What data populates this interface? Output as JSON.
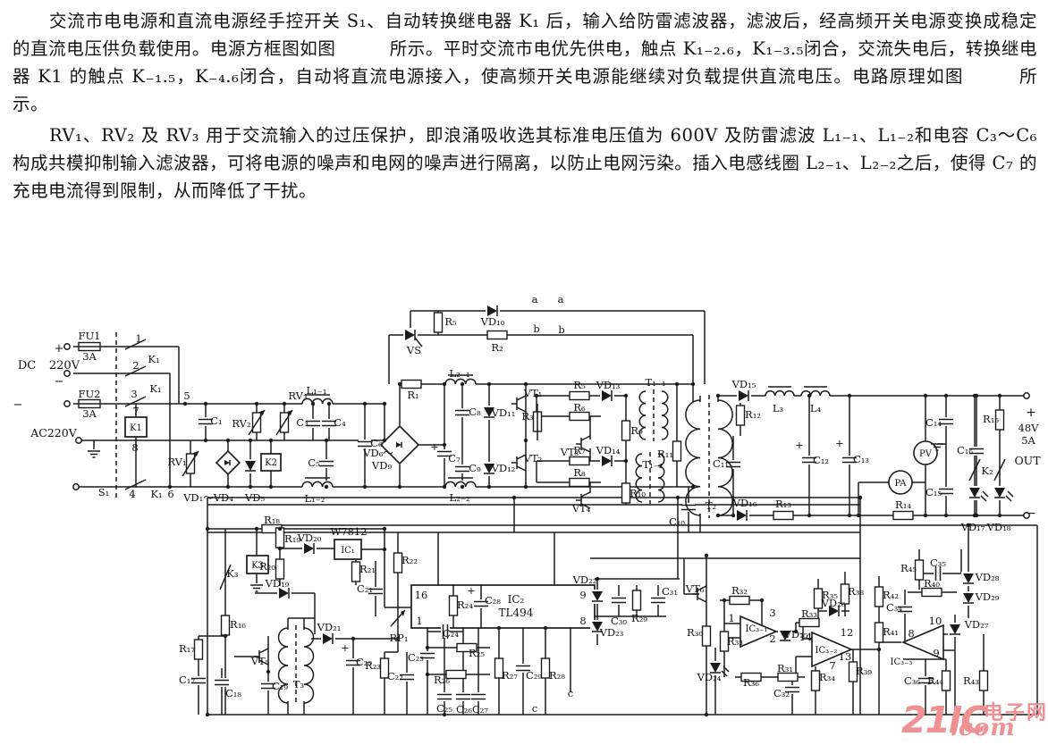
{
  "article": {
    "p1": "交流市电电源和直流电源经手控开关 S₁、自动转换继电器 K₁ 后，输入给防雷滤波器，滤波后，经高频开关电源变换成稳定的直流电压供负载使用。电源方框图如图　　　所示。平时交流市电优先供电，触点 K₁₋₂.₆，K₁₋₃.₅闭合，交流失电后，转换继电器 K1 的触点 K₋₁.₅，K₋₄.₆闭合，自动将直流电源接入，使高频开关电源能继续对负载提供直流电压。电路原理如图　　　所示。",
    "p2": "RV₁、RV₂ 及 RV₃ 用于交流输入的过压保护，即浪涌吸收选其标准电压值为 600V 及防雷滤波 L₁₋₁、L₁₋₂和电容 C₃～C₆ 构成共模抑制输入滤波器，可将电源的噪声和电网的噪声进行隔离，以防止电网污染。插入电感线圈 L₂₋₁、L₂₋₂之后，使得 C₇ 的充电电流得到限制，从而降低了干扰。"
  },
  "schematic": {
    "stroke": "#1b1b1b",
    "labels": [
      [
        "DC",
        30,
        413,
        13
      ],
      [
        "220V",
        72,
        413,
        13
      ],
      [
        "+",
        66,
        394,
        13
      ],
      [
        "−",
        66,
        431,
        13
      ],
      [
        "−",
        20,
        457,
        13
      ],
      [
        "FU1",
        100,
        380
      ],
      [
        "3A",
        100,
        403
      ],
      [
        "FU2",
        100,
        445
      ],
      [
        "3A",
        100,
        467
      ],
      [
        "1",
        155,
        383
      ],
      [
        "2",
        152,
        413
      ],
      [
        "K₁",
        172,
        406
      ],
      [
        "3",
        150,
        445
      ],
      [
        "K₁",
        174,
        439
      ],
      [
        "5",
        209,
        447
      ],
      [
        "7",
        152,
        464
      ],
      [
        "8",
        151,
        505
      ],
      [
        "K1",
        152,
        482,
        10
      ],
      [
        "AC220V",
        60,
        489,
        12.5
      ],
      [
        "S₁",
        116,
        555
      ],
      [
        "4",
        148,
        557
      ],
      [
        "K₁",
        175,
        557
      ],
      [
        "6",
        191,
        557
      ],
      [
        "VD₁～VD₄",
        233,
        561
      ],
      [
        "VD₅",
        285,
        561
      ],
      [
        "C₁",
        242,
        475
      ],
      [
        "RV₁",
        198,
        521
      ],
      [
        "K2",
        303,
        521,
        10
      ],
      [
        "RV₂",
        270,
        478
      ],
      [
        "RV₃",
        333,
        447
      ],
      [
        "L₁₋₁",
        354,
        441
      ],
      [
        "C₃",
        338,
        477
      ],
      [
        "C₄",
        380,
        477
      ],
      [
        "C₅",
        351,
        522
      ],
      [
        "C₆",
        421,
        500
      ],
      [
        "L₁₋₂",
        352,
        562
      ],
      [
        "VD₆～",
        423,
        511
      ],
      [
        "VD₉",
        427,
        525
      ],
      [
        "R₁",
        462,
        446
      ],
      [
        "VS",
        463,
        396
      ],
      [
        "R₅",
        504,
        364
      ],
      [
        "VD₁₀",
        551,
        364
      ],
      [
        "R₂",
        556,
        393
      ],
      [
        "a",
        598,
        339
      ],
      [
        "a",
        627,
        339
      ],
      [
        "b",
        600,
        372
      ],
      [
        "b",
        628,
        373
      ],
      [
        "+",
        486,
        504
      ],
      [
        "C₇",
        508,
        517
      ],
      [
        "C₈",
        531,
        465
      ],
      [
        "C₉",
        531,
        528
      ],
      [
        "L₂₋₁",
        514,
        422
      ],
      [
        "L₂₋₂",
        514,
        561
      ],
      [
        "VD₁₁",
        563,
        466
      ],
      [
        "VD₁₂",
        563,
        528
      ],
      [
        "VT₁",
        596,
        444
      ],
      [
        "R₃",
        590,
        470
      ],
      [
        "R₅",
        648,
        435
      ],
      [
        "R₆",
        648,
        460
      ],
      [
        "VD₁₃",
        680,
        435
      ],
      [
        "R₉",
        712,
        486
      ],
      [
        "T₁₋₁",
        733,
        432
      ],
      [
        "VT₃",
        637,
        510
      ],
      [
        "VT₂",
        596,
        517
      ],
      [
        "R₇",
        648,
        508
      ],
      [
        "R₈",
        648,
        533
      ],
      [
        "VD₁₄",
        680,
        508
      ],
      [
        "R₁₀",
        713,
        556
      ],
      [
        "VT₄",
        650,
        573
      ],
      [
        "T₁₋₂",
        730,
        524
      ],
      [
        "R₁₁",
        744,
        512
      ],
      [
        "T₂",
        795,
        570
      ],
      [
        "C₁₀",
        757,
        588
      ],
      [
        "R₁₂",
        842,
        468
      ],
      [
        "C₁₁",
        806,
        523
      ],
      [
        "VD₁₅",
        832,
        434
      ],
      [
        "VD₁₆",
        833,
        567
      ],
      [
        "L₃",
        870,
        461
      ],
      [
        "L₄",
        912,
        461
      ],
      [
        "+",
        894,
        502
      ],
      [
        "C₁₂",
        918,
        519
      ],
      [
        "+",
        939,
        500
      ],
      [
        "C₁₃",
        963,
        518
      ],
      [
        "R₁₃",
        876,
        568
      ],
      [
        "PA",
        1007,
        544,
        10
      ],
      [
        "PV",
        1035,
        511,
        10
      ],
      [
        "R₁₄",
        1010,
        569
      ],
      [
        "C₁₄",
        1044,
        477
      ],
      [
        "C₁₆",
        1079,
        508
      ],
      [
        "C₁₅",
        1044,
        555
      ],
      [
        "R₁₅",
        1108,
        473
      ],
      [
        "K₂",
        1104,
        531
      ],
      [
        "VD₁₇",
        1088,
        594
      ],
      [
        "VD₁₈",
        1117,
        594
      ],
      [
        "+",
        1153,
        466,
        14
      ],
      [
        "48V",
        1150,
        483
      ],
      [
        "5A",
        1150,
        497
      ],
      [
        "OUT",
        1149,
        520,
        12.5
      ],
      [
        "−",
        1153,
        579,
        14
      ],
      [
        "R₁₈",
        304,
        586
      ],
      [
        "R₁₉",
        327,
        607
      ],
      [
        "VD₂₀",
        346,
        606
      ],
      [
        "W7812",
        390,
        599
      ],
      [
        "IC₁",
        389,
        619,
        10
      ],
      [
        "R₂₁",
        411,
        641
      ],
      [
        "K3",
        288,
        636,
        10
      ],
      [
        "K₃",
        260,
        646
      ],
      [
        "R₂₀",
        299,
        638
      ],
      [
        "VD₁₉",
        310,
        657
      ],
      [
        "R₁₆",
        266,
        703
      ],
      [
        "R₁₇",
        209,
        730
      ],
      [
        "C₁₇",
        209,
        765
      ],
      [
        "C₁₈",
        261,
        780
      ],
      [
        "VT₅",
        291,
        744
      ],
      [
        "C₁₉",
        313,
        772
      ],
      [
        "T₃",
        334,
        770
      ],
      [
        "VD₂₁",
        368,
        706
      ],
      [
        "+",
        386,
        729
      ],
      [
        "C₂₀",
        407,
        745
      ],
      [
        "C₂₁",
        408,
        663
      ],
      [
        "R₂₂",
        458,
        631
      ],
      [
        "RP₁",
        446,
        718
      ],
      [
        "R₂₃",
        417,
        749
      ],
      [
        "C₂₂",
        442,
        761
      ],
      [
        "IC₂",
        577,
        675,
        12
      ],
      [
        "TL494",
        577,
        690,
        12
      ],
      [
        "16",
        471,
        670
      ],
      [
        "1",
        469,
        699
      ],
      [
        "9",
        652,
        670
      ],
      [
        "8",
        652,
        699
      ],
      [
        "R₂₄",
        520,
        681
      ],
      [
        "+",
        527,
        665
      ],
      [
        "C₂₈",
        551,
        676
      ],
      [
        "C₂₄",
        504,
        713
      ],
      [
        "C₂₃",
        465,
        740
      ],
      [
        "R₂₅",
        533,
        735
      ],
      [
        "R₂₆",
        494,
        765
      ],
      [
        "C₂₅",
        497,
        797
      ],
      [
        "C₂₆",
        519,
        798
      ],
      [
        "C₂₇",
        537,
        798
      ],
      [
        "R₂₇",
        570,
        760
      ],
      [
        "C₂₉",
        597,
        760
      ],
      [
        "R₂₈",
        623,
        760
      ],
      [
        "c",
        598,
        797
      ],
      [
        "c",
        638,
        780
      ],
      [
        "VD₂₂",
        654,
        653
      ],
      [
        "C₃₀",
        692,
        699
      ],
      [
        "R₂₉",
        715,
        696
      ],
      [
        "C₃₁",
        749,
        666
      ],
      [
        "VD₂₃",
        684,
        712
      ],
      [
        "VT₆",
        777,
        663
      ],
      [
        "R₃₀",
        777,
        712
      ],
      [
        "R₃₂",
        827,
        665
      ],
      [
        "1",
        818,
        696
      ],
      [
        "3",
        864,
        690
      ],
      [
        "2",
        864,
        719
      ],
      [
        "IC₃₋₁",
        846,
        707,
        10
      ],
      [
        "R₃₃",
        822,
        722
      ],
      [
        "VD₂₄",
        793,
        762
      ],
      [
        "R₃₆",
        840,
        768
      ],
      [
        "R₃₁",
        878,
        752
      ],
      [
        "C₃₂",
        874,
        780
      ],
      [
        "VD₂₅",
        890,
        714
      ],
      [
        "R₃₄",
        925,
        762
      ],
      [
        "R₃₅",
        928,
        670
      ],
      [
        "R₃₃",
        905,
        691
      ],
      [
        "14",
        901,
        717
      ],
      [
        "12",
        947,
        712
      ],
      [
        "13",
        945,
        739
      ],
      [
        "7",
        931,
        749
      ],
      [
        "IC₃₋₂",
        924,
        731,
        10
      ],
      [
        "VD₂₆",
        932,
        679
      ],
      [
        "R₃₈",
        957,
        666
      ],
      [
        "R₃₉",
        966,
        755
      ],
      [
        "R₄₂",
        996,
        670
      ],
      [
        "R₄₁",
        996,
        711
      ],
      [
        "R₄₅",
        1016,
        640
      ],
      [
        "C₃₅",
        1049,
        634
      ],
      [
        "R₄₀",
        1042,
        657
      ],
      [
        "C₃₄",
        1000,
        684
      ],
      [
        "VD₂₈",
        1104,
        650
      ],
      [
        "VD₂₉",
        1104,
        672
      ],
      [
        "VD₂₇",
        1092,
        703
      ],
      [
        "8",
        1019,
        713
      ],
      [
        "10",
        1046,
        699
      ],
      [
        "9",
        1047,
        735
      ],
      [
        "IC₃₋₃",
        1008,
        744,
        10
      ],
      [
        "C₃₆",
        1020,
        766
      ],
      [
        "R₄₄",
        1046,
        766
      ],
      [
        "R₄₃",
        1086,
        766
      ]
    ]
  },
  "watermark": {
    "brand": "21IC",
    "suffix": ".com",
    "site": "电子网",
    "color": "#ef9193"
  }
}
